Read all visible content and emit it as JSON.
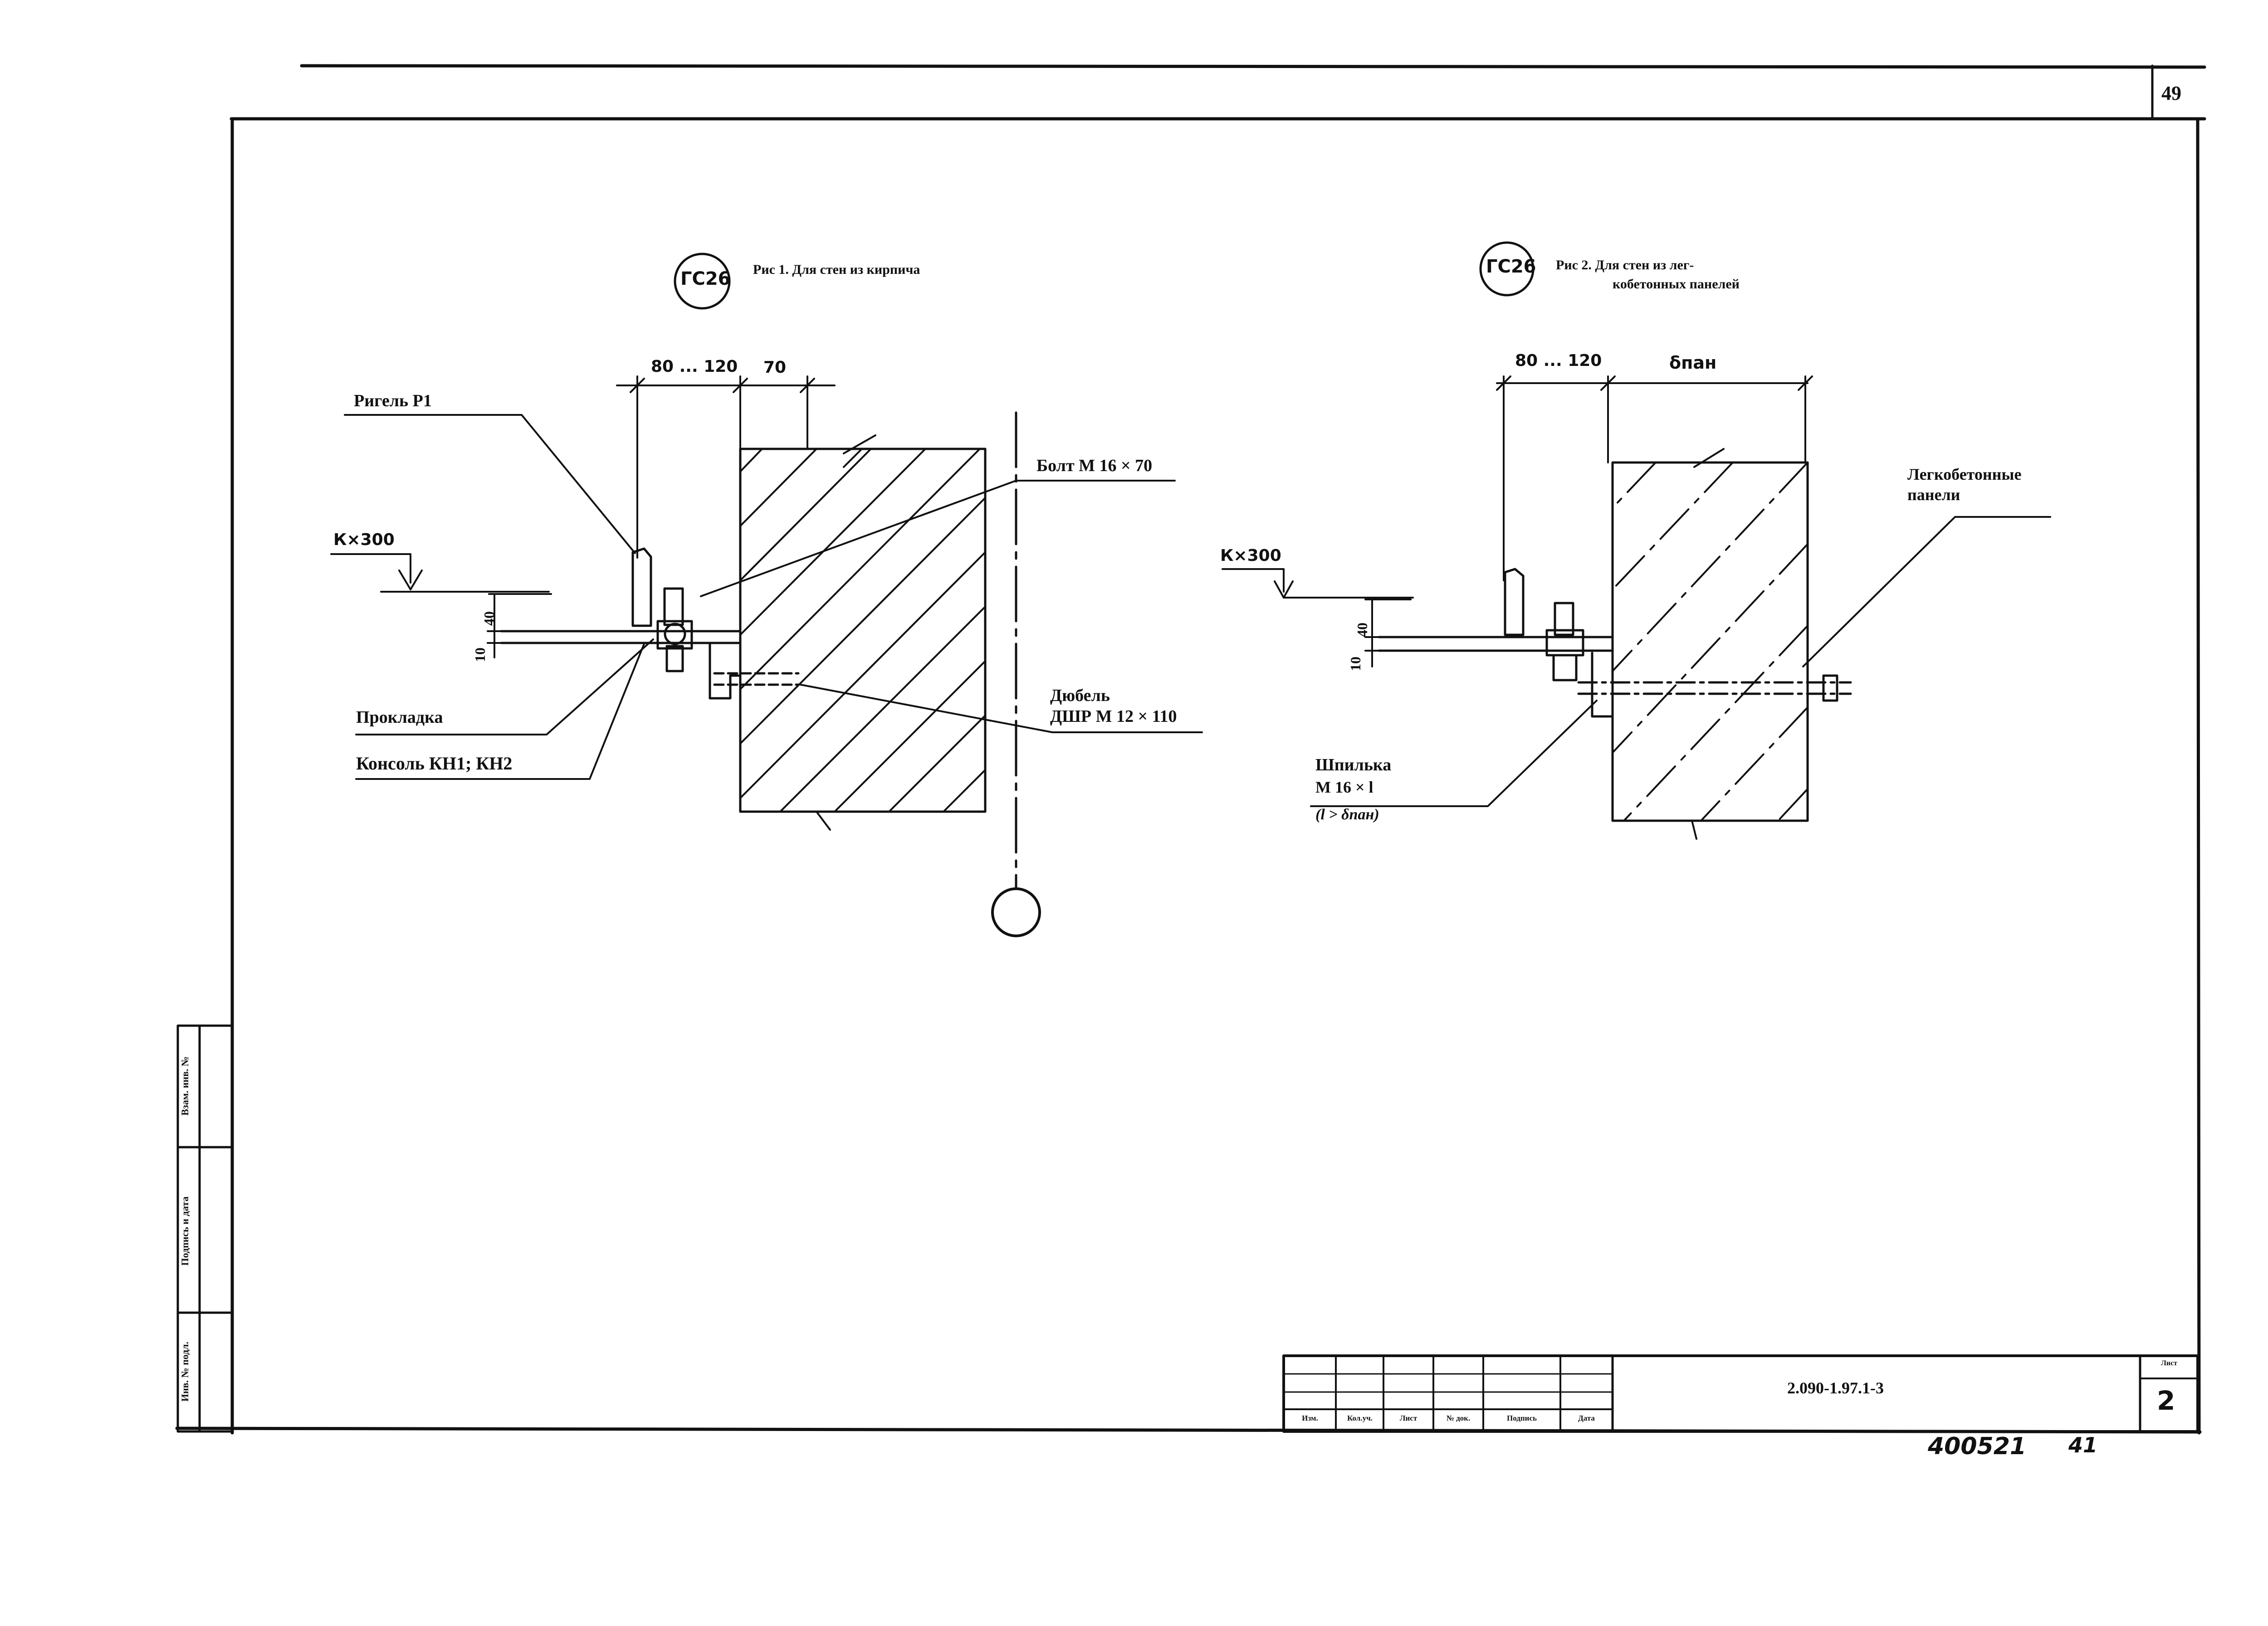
{
  "sheet": {
    "page_number_top": "49",
    "sheet_number": "2",
    "sheet_label": "Лист",
    "document_code": "2.090-1.97.1-3",
    "inventory_number": "400521",
    "inventory_suffix": "41"
  },
  "side_stamp": {
    "cell_1": "Взам. инв. №",
    "cell_2": "Подпись и дата",
    "cell_3": "Инв. № подл."
  },
  "title_block": {
    "columns": [
      "Изм.",
      "Кол.уч.",
      "Лист",
      "№ док.",
      "Подпись",
      "Дата"
    ]
  },
  "figure1": {
    "mark": "ГС26",
    "caption": "Рис 1. Для стен из кирпича",
    "dim_top_1": "80 ... 120",
    "dim_top_2": "70",
    "dim_small_1": "40",
    "dim_small_2": "10",
    "level_mark": "К×300",
    "label_rigel": "Ригель Р1",
    "label_bolt": "Болт М 16 × 70",
    "label_dowel_1": "Дюбель",
    "label_dowel_2": "ДШР М 12 × 110",
    "label_gasket": "Прокладка",
    "label_console": "Консоль КН1; КН2"
  },
  "figure2": {
    "mark": "ГС26",
    "caption_1": "Рис 2. Для стен из лег-",
    "caption_2": "кобетонных панелей",
    "dim_top_1": "80 ... 120",
    "dim_top_2": "δпан",
    "dim_small_1": "40",
    "dim_small_2": "10",
    "level_mark": "К×300",
    "label_panel_1": "Легкобетонные",
    "label_panel_2": "панели",
    "label_stud_1": "Шпилька",
    "label_stud_2": "М 16 × l",
    "label_stud_3": "(l > δпан)"
  }
}
